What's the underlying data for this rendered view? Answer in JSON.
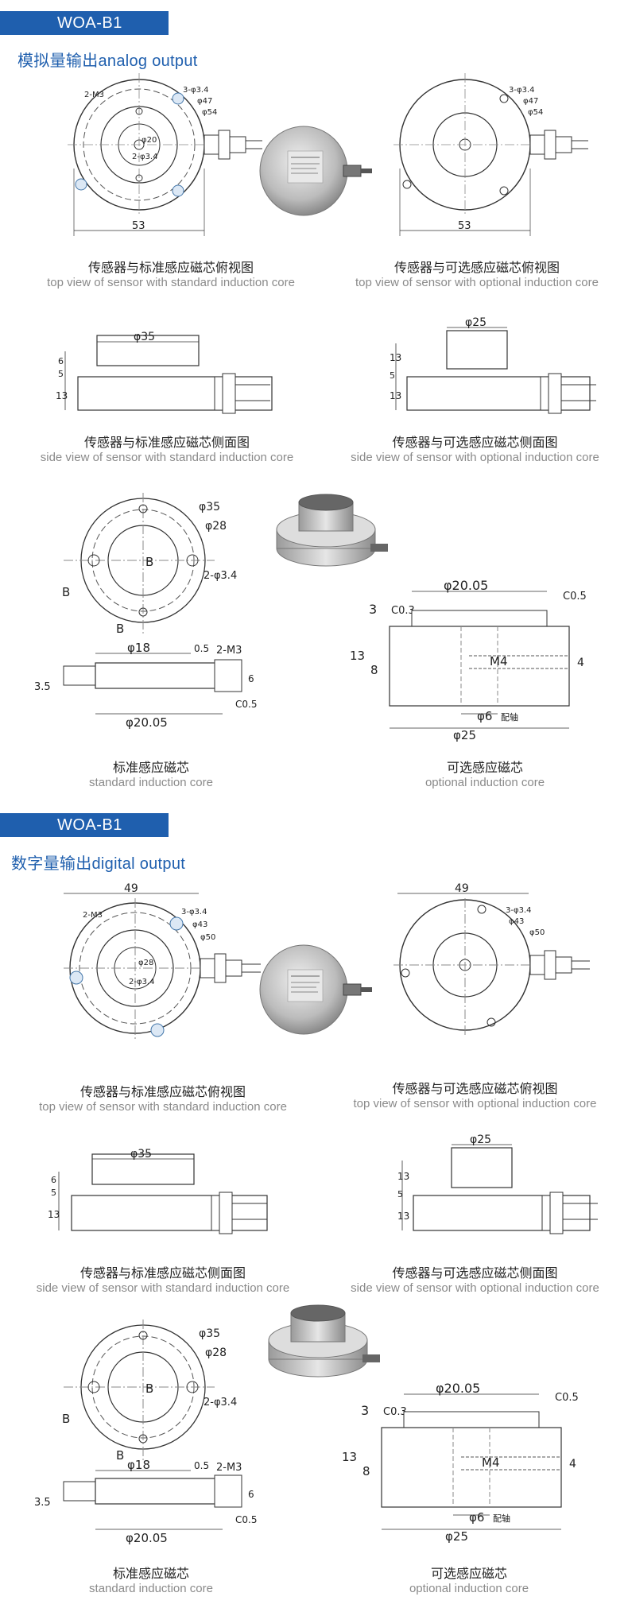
{
  "sections": [
    {
      "badge": "WOA-B1",
      "subtitle": "模拟量输出analog output",
      "top_std": {
        "zh": "传感器与标准感应磁芯俯视图",
        "en": "top view of sensor with standard induction core"
      },
      "top_opt": {
        "zh": "传感器与可选感应磁芯俯视图",
        "en": "top view of sensor with optional induction core"
      },
      "side_std": {
        "zh": "传感器与标准感应磁芯侧面图",
        "en": "side view of sensor with standard induction core"
      },
      "side_opt": {
        "zh": "传感器与可选感应磁芯侧面图",
        "en": "side view of sensor with optional induction core"
      },
      "core_std": {
        "zh": "标准感应磁芯",
        "en": "standard induction core"
      },
      "core_opt": {
        "zh": "可选感应磁芯",
        "en": "optional induction core"
      },
      "dims": {
        "width": "53",
        "hole": "3-φ3.4",
        "d1": "φ47",
        "d2": "φ54",
        "m3": "2-M3",
        "d20": "φ20",
        "d34": "2-φ3.4",
        "d35": "φ35",
        "d25": "φ25",
        "h13": "13",
        "h5": "5",
        "h6": "6"
      }
    },
    {
      "badge": "WOA-B1",
      "subtitle": "数字量输出digital output",
      "top_std": {
        "zh": "传感器与标准感应磁芯俯视图",
        "en": "top view of sensor with standard induction core"
      },
      "top_opt": {
        "zh": "传感器与可选感应磁芯俯视图",
        "en": "top view of sensor with optional induction core"
      },
      "side_std": {
        "zh": "传感器与标准感应磁芯侧面图",
        "en": "side view of sensor with standard induction core"
      },
      "side_opt": {
        "zh": "传感器与可选感应磁芯侧面图",
        "en": "side view of sensor with optional induction core"
      },
      "core_std": {
        "zh": "标准感应磁芯",
        "en": "standard induction core"
      },
      "core_opt": {
        "zh": "可选感应磁芯",
        "en": "optional induction core"
      },
      "dims": {
        "width": "49",
        "hole": "3-φ3.4",
        "d1": "φ43",
        "d2": "φ50",
        "m3": "2-M3",
        "d20": "φ28",
        "d34": "2-φ3.4",
        "d35": "φ35",
        "d25": "φ25",
        "h13": "13",
        "h5": "5",
        "h6": "6"
      }
    }
  ],
  "core_dims": {
    "d35": "φ35",
    "d28": "φ28",
    "hole": "2-φ3.4",
    "b": "B",
    "d18": "φ18",
    "t05": "0.5",
    "m3": "2-M3",
    "h35": "3.5",
    "h6": "6",
    "d2005": "φ20.05",
    "c05": "C0.5",
    "h3": "3",
    "c03": "C0.3",
    "h13": "13",
    "h8": "8",
    "m4": "M4",
    "h4": "4",
    "d6": "φ6",
    "d6note": "配轴",
    "d25": "φ25"
  }
}
